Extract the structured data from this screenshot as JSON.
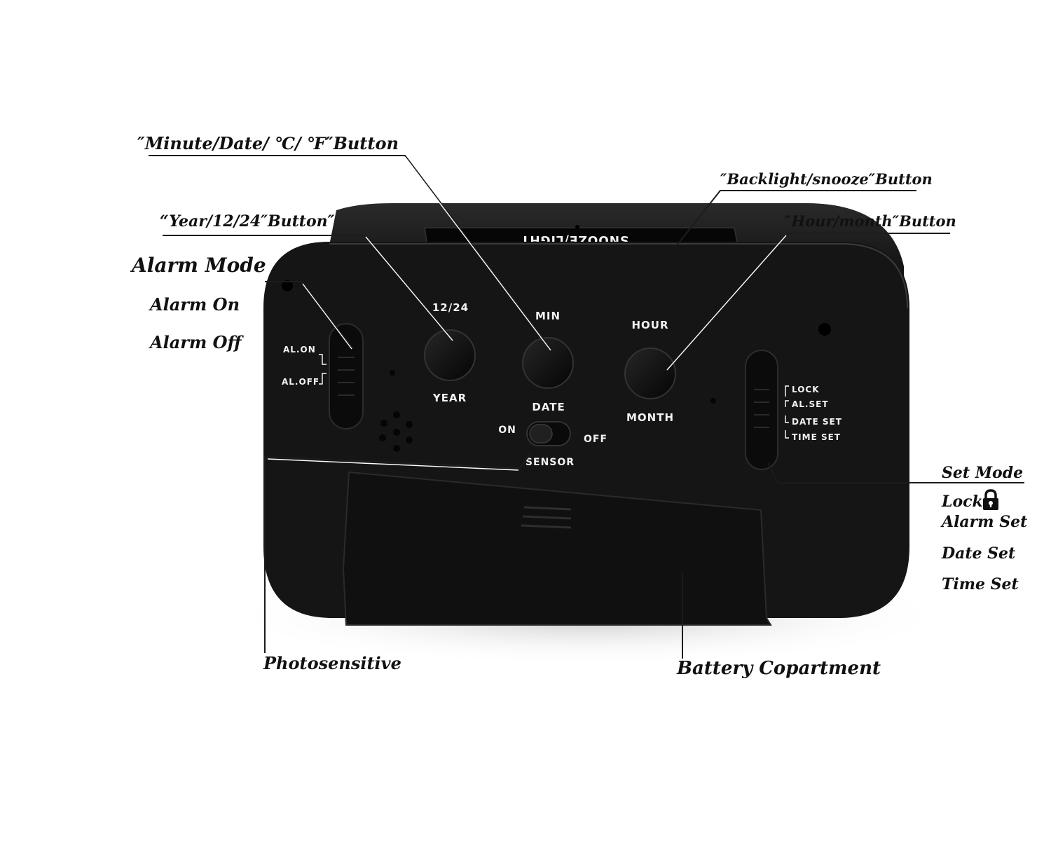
{
  "callouts": {
    "minute_button": "″Minute/Date/ ℃/ ℉″Button",
    "backlight_button": "″Backlight/snooze″Button",
    "year_button": "“Year/12/24″Button″",
    "hour_button": "″Hour/month″Button",
    "alarm_mode": "Alarm Mode",
    "alarm_on": "Alarm On",
    "alarm_off": "Alarm Off",
    "set_mode": "Set Mode",
    "lock": "Lock",
    "alarm_set": "Alarm Set",
    "date_set": "Date Set",
    "time_set": "Time Set",
    "photosensitive": "Photosensitive",
    "battery": "Battery Copartment"
  },
  "panel": {
    "btn_12_24": "12/24",
    "year": "YEAR",
    "min": "MIN",
    "date": "DATE",
    "hour": "HOUR",
    "month": "MONTH",
    "al_on": "AL.ON",
    "al_off": "AL.OFF",
    "lock": "LOCK",
    "al_set": "AL.SET",
    "date_set": "DATE SET",
    "time_set": "TIME SET",
    "on": "ON",
    "off": "OFF",
    "sensor": "SENSOR",
    "snooze_light": "SNOOZE/LIGHT"
  },
  "colors": {
    "clock_body": "#151515",
    "callout_text": "#111111",
    "panel_text": "#f2f2f2"
  },
  "icons": [
    "padlock-icon"
  ]
}
